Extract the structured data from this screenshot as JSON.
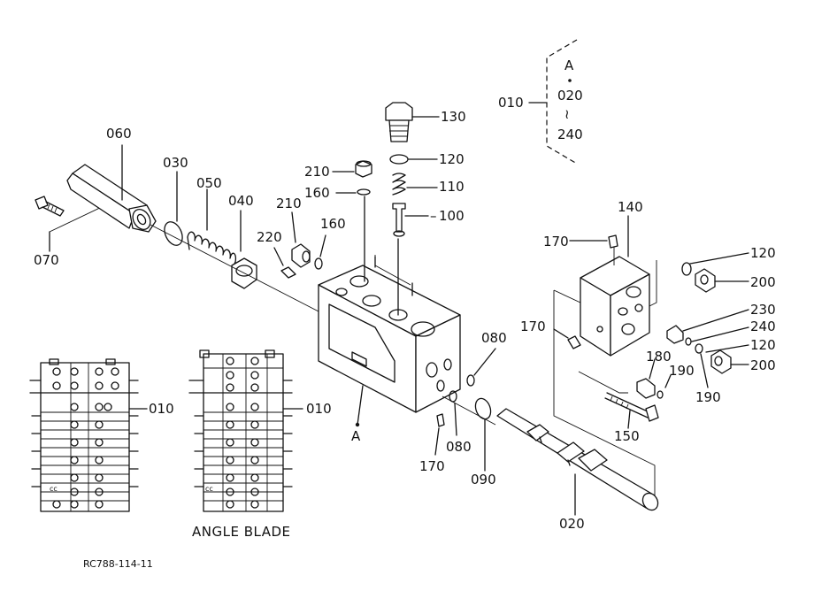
{
  "labels": {
    "p010_top": "010",
    "p010_left": "010",
    "p010_right": "010",
    "p020_bottom": "020",
    "p020_range": "020",
    "p030": "030",
    "p040": "040",
    "p050": "050",
    "p060": "060",
    "p070": "070",
    "p080_a": "080",
    "p080_b": "080",
    "p090": "090",
    "p100": "100",
    "p110": "110",
    "p120_a": "120",
    "p120_b": "120",
    "p120_c": "120",
    "p130": "130",
    "p140": "140",
    "p150": "150",
    "p160_a": "160",
    "p160_b": "160",
    "p170_a": "170",
    "p170_b": "170",
    "p170_c": "170",
    "p180": "180",
    "p190_a": "190",
    "p190_b": "190",
    "p200_a": "200",
    "p200_b": "200",
    "p210_a": "210",
    "p210_b": "210",
    "p220": "220",
    "p230": "230",
    "p240_a": "240",
    "p240_b": "240",
    "ref_a_top": "A",
    "ref_a_bottom": "A",
    "tilde": "≀"
  },
  "caption": "ANGLE BLADE",
  "drawing_code": "RC788-114-11"
}
